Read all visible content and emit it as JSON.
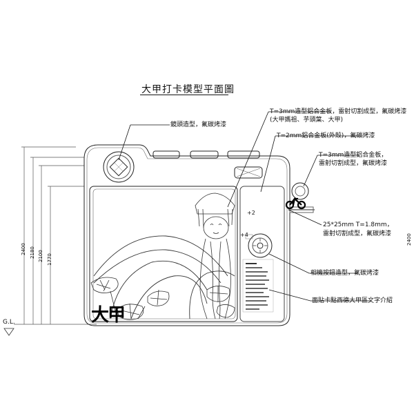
{
  "title": "大甲打卡模型平面圖",
  "ground_label": "G.L.",
  "dimensions": [
    "2400",
    "2180",
    "2100",
    "1770"
  ],
  "dimension_right": "2400",
  "markers": [
    "+2",
    "+4"
  ],
  "callouts": {
    "lens": "鏡頭造型，氟碳烤漆",
    "front_plate_line1": "T=3mm造型鋁合金板，雷射切割成型，氟碳烤漆",
    "front_plate_line2": "(大甲媽祖、芋頭葉、大甲)",
    "shell": "T=2mm鋁合金板(外殼)，氟碳烤漆",
    "side_plate_line1": "T=3mm造型鋁合金板，",
    "side_plate_line2": "雷射切割成型，氟碳烤漆",
    "tube_line1": "25*25mm  T=1.8mm，",
    "tube_line2": "雷射切割成型，氟碳烤漆",
    "button": "相機按鈕造型，氟碳烤漆",
    "sticker": "面貼卡點西德大甲區文字介紹"
  },
  "emblem_text": "大甲"
}
